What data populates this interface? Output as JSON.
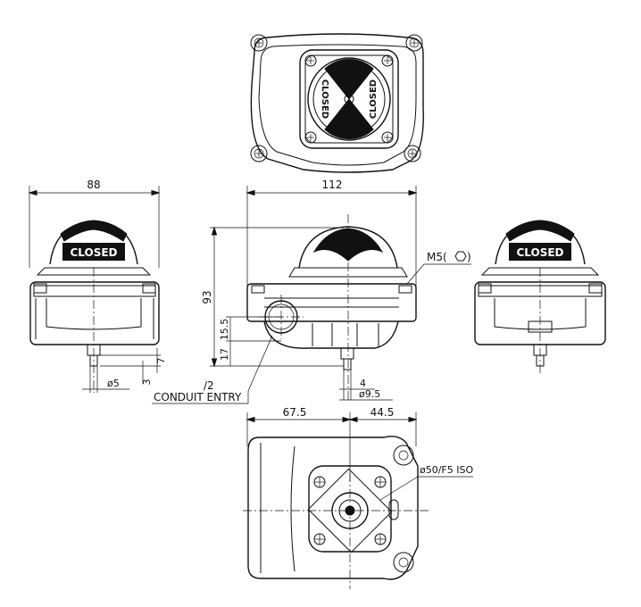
{
  "dimensions": {
    "left_width": "88",
    "front_width": "112",
    "height": "93",
    "dim_17": "17",
    "dim_15_5": "15.5",
    "dim_7": "7",
    "dim_3": "3",
    "shaft_dia": "ø5",
    "shaft_flat": "4",
    "shaft_dia2": "ø9.5",
    "bottom_left": "67.5",
    "bottom_right": "44.5"
  },
  "labels": {
    "conduit_size": "/2",
    "conduit_entry": "CONDUIT ENTRY",
    "mount_screw": "M5(",
    "mount_screw_close": ")",
    "iso_mount": "ø50/F5 ISO",
    "indicator_text": "CLOSED"
  }
}
